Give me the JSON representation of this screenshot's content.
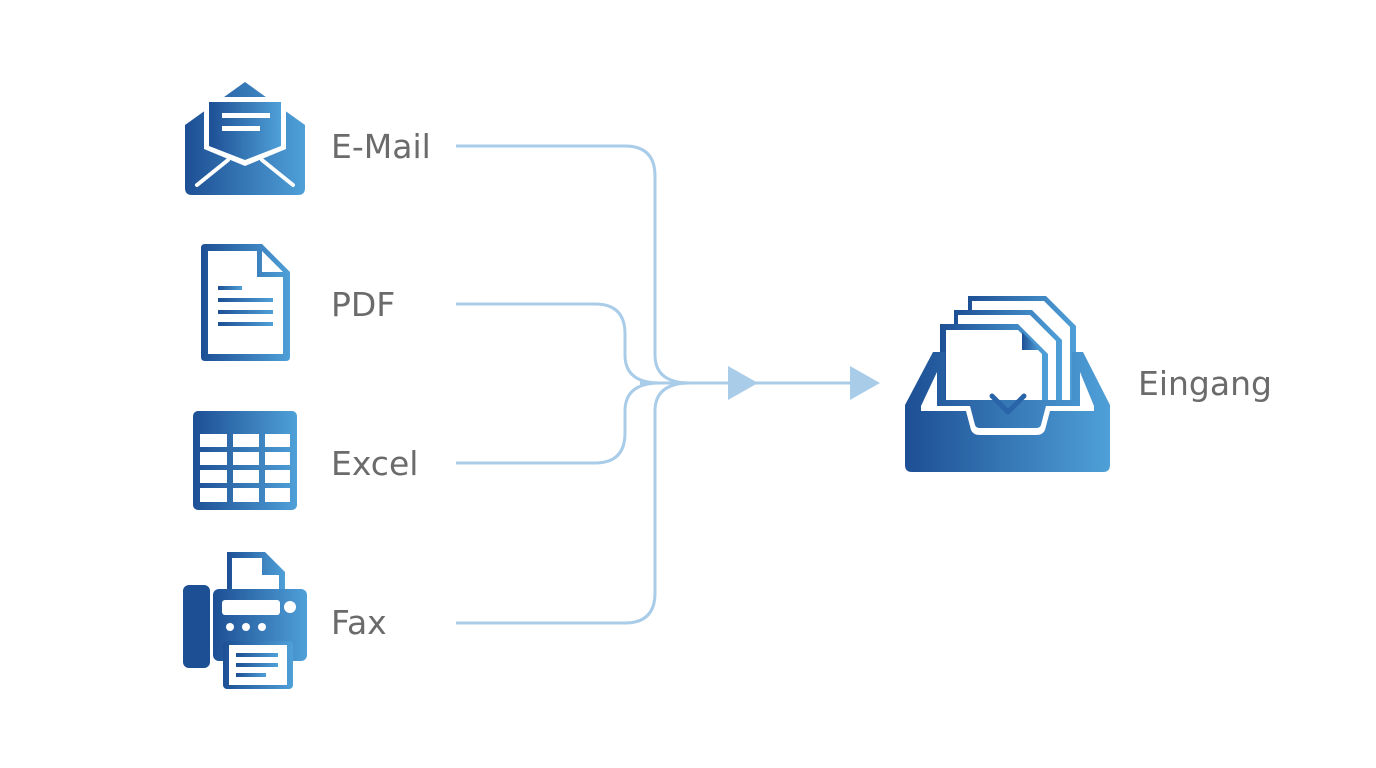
{
  "diagram": {
    "sources": [
      {
        "id": "email",
        "label": "E-Mail",
        "icon": "envelope-icon"
      },
      {
        "id": "pdf",
        "label": "PDF",
        "icon": "document-icon"
      },
      {
        "id": "excel",
        "label": "Excel",
        "icon": "spreadsheet-icon"
      },
      {
        "id": "fax",
        "label": "Fax",
        "icon": "fax-icon"
      }
    ],
    "target": {
      "label": "Eingang",
      "icon": "inbox-tray-icon"
    }
  },
  "colors": {
    "icon_dark": "#1d4f94",
    "icon_light": "#4fa0d8",
    "connector": "#a9cce9",
    "label": "#6b6b6b"
  }
}
